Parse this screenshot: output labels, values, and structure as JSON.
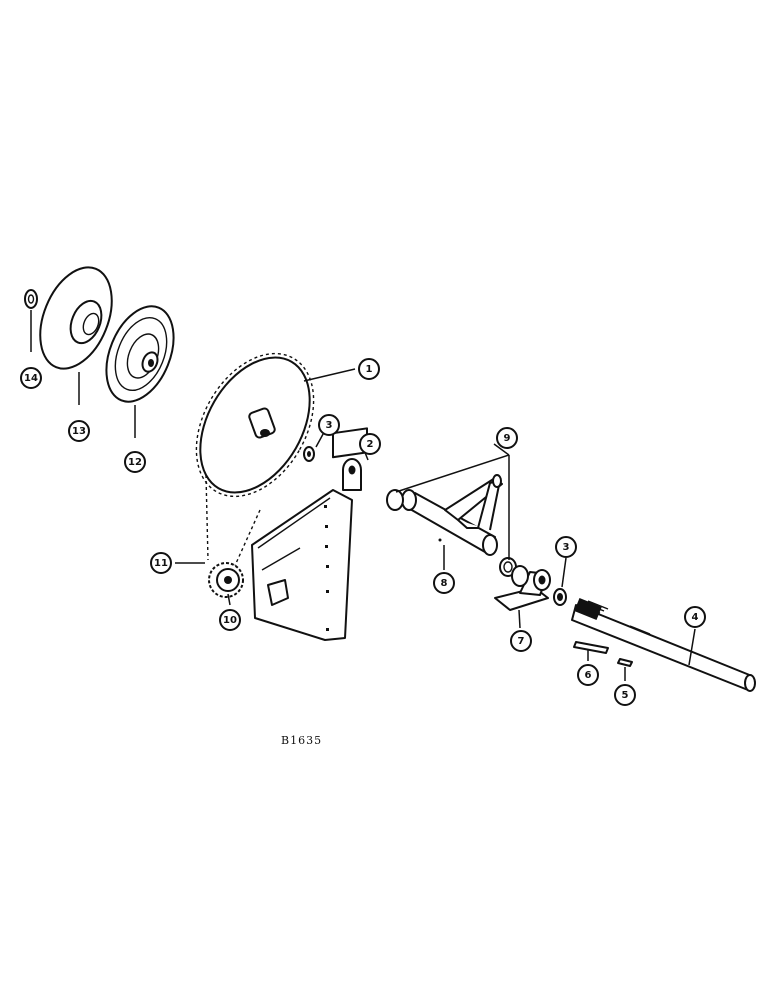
{
  "drawing_code": "B1635",
  "callouts": [
    {
      "key": "c14",
      "label": "14"
    },
    {
      "key": "c13",
      "label": "13"
    },
    {
      "key": "c12",
      "label": "12"
    },
    {
      "key": "c1a",
      "label": "1"
    },
    {
      "key": "c3a",
      "label": "3"
    },
    {
      "key": "c2",
      "label": "2"
    },
    {
      "key": "c9",
      "label": "9"
    },
    {
      "key": "c11",
      "label": "11"
    },
    {
      "key": "c10",
      "label": "10"
    },
    {
      "key": "c8",
      "label": "8"
    },
    {
      "key": "c3b",
      "label": "3"
    },
    {
      "key": "c7",
      "label": "7"
    },
    {
      "key": "c4",
      "label": "4"
    },
    {
      "key": "c6",
      "label": "6"
    },
    {
      "key": "c5",
      "label": "5"
    }
  ]
}
